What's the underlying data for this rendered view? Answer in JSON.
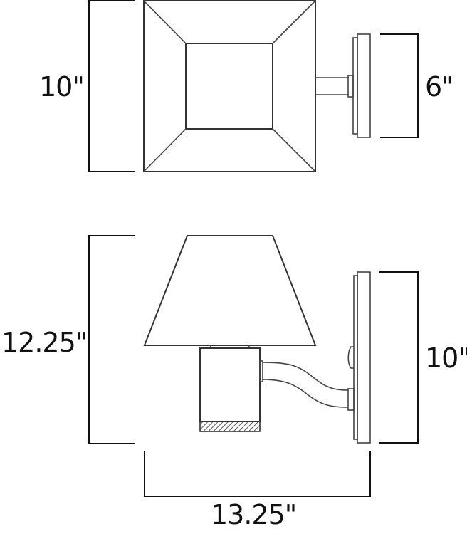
{
  "diagram": {
    "subject": "wall sconce dimension drawing",
    "views": {
      "top_view": {
        "height_dimension": "10\"",
        "backplate_dimension": "6\""
      },
      "side_view": {
        "height_dimension": "12.25\"",
        "backplate_dimension": "10\"",
        "extension_dimension": "13.25\""
      }
    },
    "colors": {
      "line": "#333333",
      "dimension": "#111111",
      "background": "#ffffff"
    }
  }
}
